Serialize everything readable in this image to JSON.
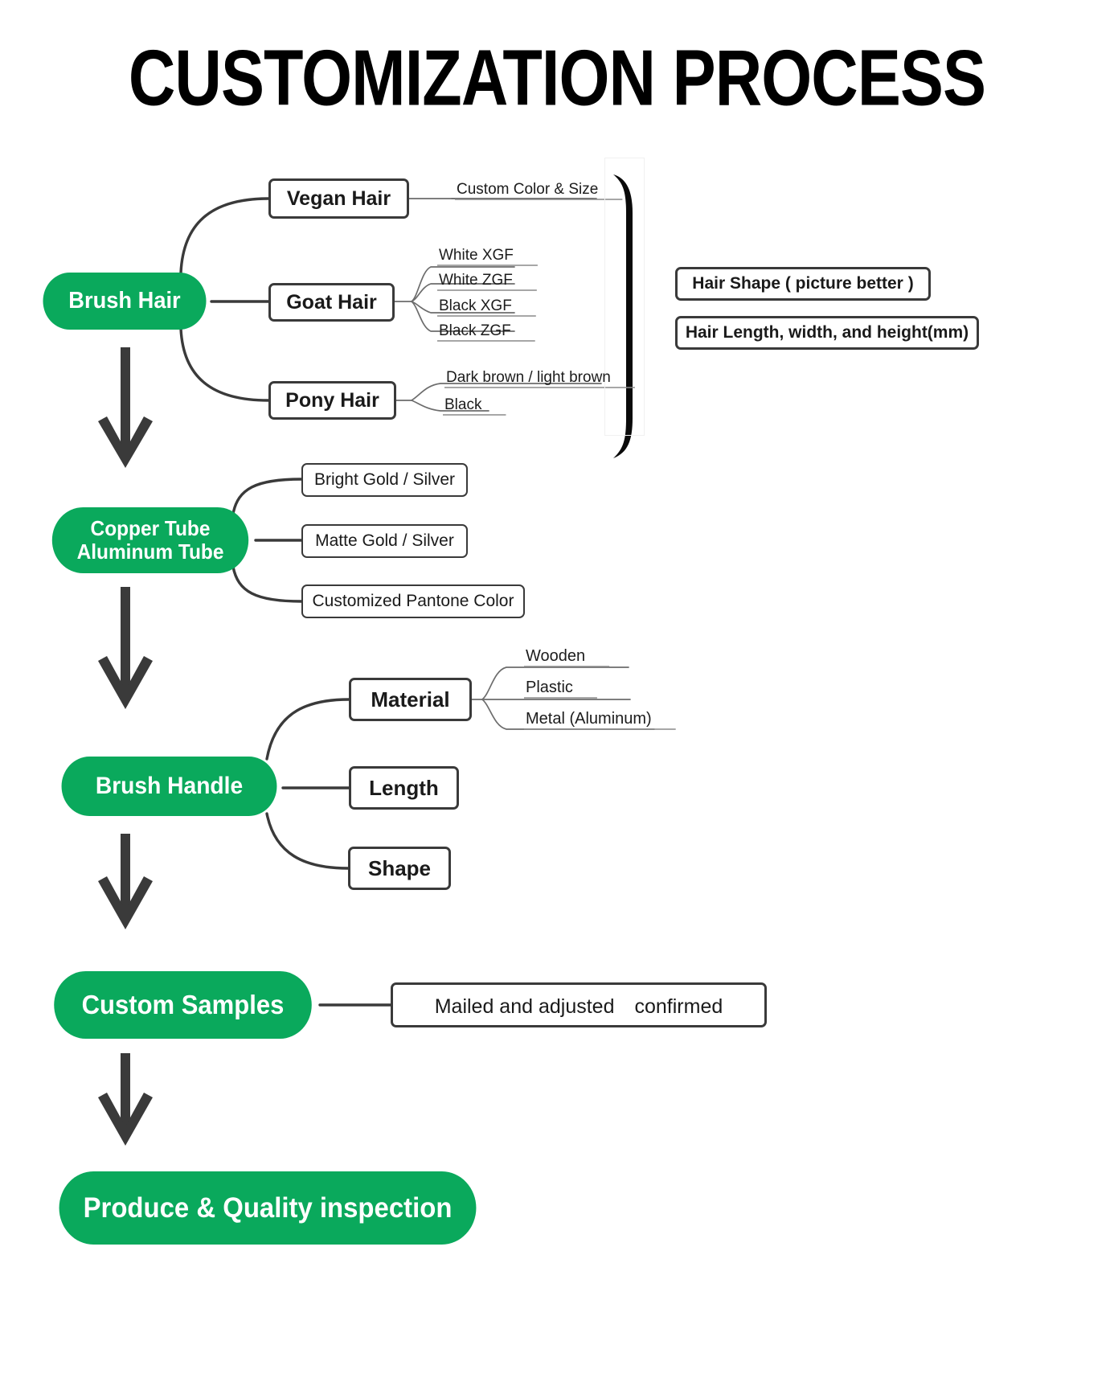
{
  "page": {
    "title": "CUSTOMIZATION PROCESS",
    "accent_green": "#0AA95C",
    "line_color": "#3a3a3a",
    "background": "#ffffff"
  },
  "stages": [
    {
      "id": "brush-hair",
      "label": "Brush Hair",
      "branches": [
        {
          "label": "Vegan Hair",
          "leaves": [
            "Custom Color & Size"
          ]
        },
        {
          "label": "Goat Hair",
          "leaves": [
            "White XGF",
            "White ZGF",
            "Black XGF",
            "Black ZGF"
          ]
        },
        {
          "label": "Pony Hair",
          "leaves": [
            "Dark brown / light brown",
            "Black"
          ]
        }
      ],
      "grouped_notes": [
        "Hair Shape ( picture better )",
        "Hair Length, width, and height(mm)"
      ]
    },
    {
      "id": "tube",
      "label_line1": "Copper Tube",
      "label_line2": "Aluminum Tube",
      "branches": [
        {
          "label": "Bright Gold / Silver",
          "leaves": []
        },
        {
          "label": "Matte Gold / Silver",
          "leaves": []
        },
        {
          "label": "Customized Pantone Color",
          "leaves": []
        }
      ]
    },
    {
      "id": "brush-handle",
      "label": "Brush Handle",
      "branches": [
        {
          "label": "Material",
          "leaves": [
            "Wooden",
            "Plastic",
            "Metal (Aluminum)"
          ]
        },
        {
          "label": "Length",
          "leaves": []
        },
        {
          "label": "Shape",
          "leaves": []
        }
      ]
    },
    {
      "id": "custom-samples",
      "label": "Custom Samples",
      "branches": [
        {
          "label": "Mailed and adjusted　confirmed",
          "leaves": []
        }
      ]
    },
    {
      "id": "produce",
      "label": "Produce & Quality inspection",
      "branches": []
    }
  ],
  "icons": {
    "flow_arrow": "down-arrow-icon",
    "group_bracket": "curly-bracket-icon"
  }
}
